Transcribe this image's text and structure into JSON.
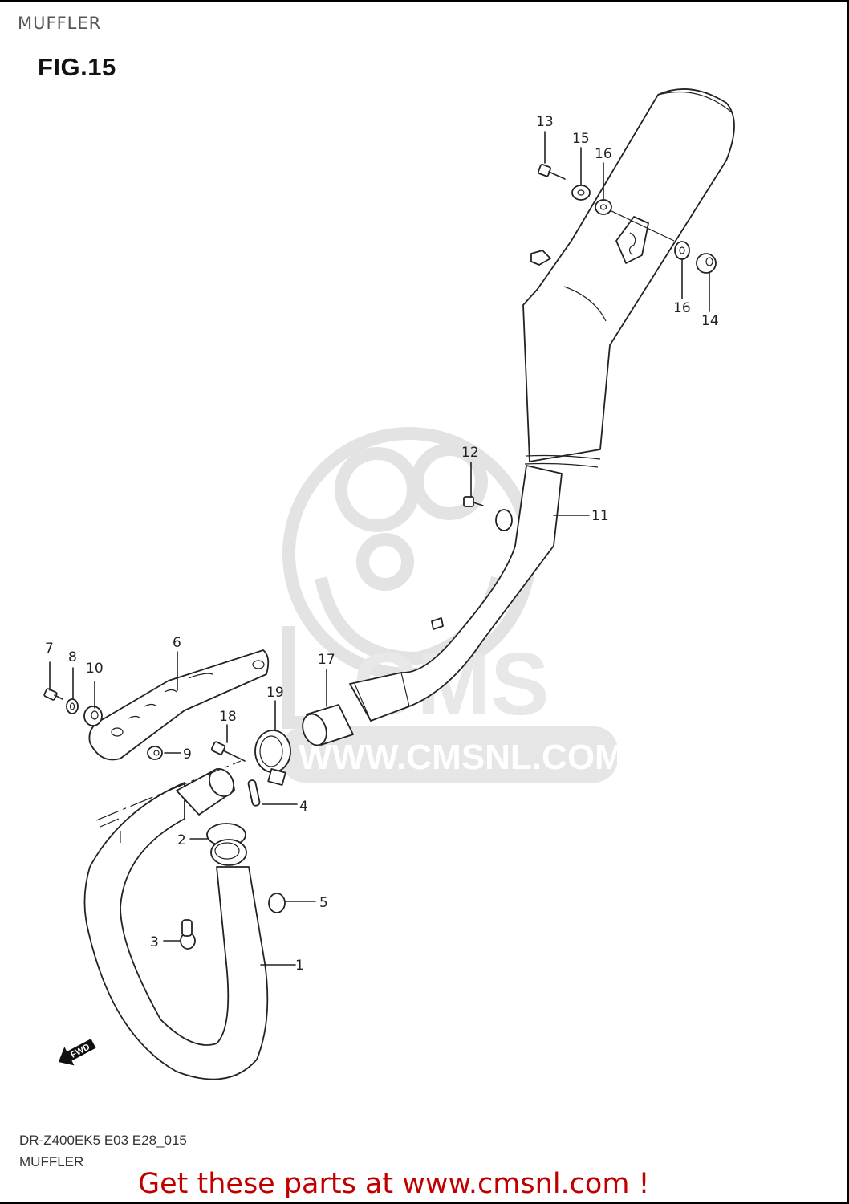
{
  "page": {
    "heading": "MUFFLER",
    "figure_title": "FIG.15"
  },
  "diagram": {
    "callouts": [
      {
        "id": "1",
        "label": "1",
        "part": "exhaust-pipe"
      },
      {
        "id": "2",
        "label": "2",
        "part": "gasket"
      },
      {
        "id": "3",
        "label": "3",
        "part": "bolt"
      },
      {
        "id": "4",
        "label": "4",
        "part": "stud"
      },
      {
        "id": "5",
        "label": "5",
        "part": "nut"
      },
      {
        "id": "6",
        "label": "6",
        "part": "heat-shield-bracket"
      },
      {
        "id": "7",
        "label": "7",
        "part": "bolt"
      },
      {
        "id": "8",
        "label": "8",
        "part": "washer"
      },
      {
        "id": "9",
        "label": "9",
        "part": "collar"
      },
      {
        "id": "10",
        "label": "10",
        "part": "cushion"
      },
      {
        "id": "11",
        "label": "11",
        "part": "mid-pipe"
      },
      {
        "id": "12",
        "label": "12",
        "part": "bolt"
      },
      {
        "id": "13",
        "label": "13",
        "part": "bolt"
      },
      {
        "id": "14",
        "label": "14",
        "part": "nut"
      },
      {
        "id": "15",
        "label": "15",
        "part": "washer"
      },
      {
        "id": "16a",
        "label": "16",
        "part": "washer"
      },
      {
        "id": "16b",
        "label": "16",
        "part": "washer"
      },
      {
        "id": "17",
        "label": "17",
        "part": "gasket-sleeve"
      },
      {
        "id": "18",
        "label": "18",
        "part": "bolt"
      },
      {
        "id": "19",
        "label": "19",
        "part": "clamp"
      }
    ],
    "direction_badge": "FWD",
    "watermark": {
      "brand": "CMS",
      "url": "WWW.CMSNL.COM",
      "color": "#e6e6e6"
    }
  },
  "footer": {
    "model_code": "DR-Z400EK5 E03 E28_015",
    "section_name": "MUFFLER",
    "promo_text": "Get these parts at www.cmsnl.com !",
    "promo_color": "#c00000"
  }
}
